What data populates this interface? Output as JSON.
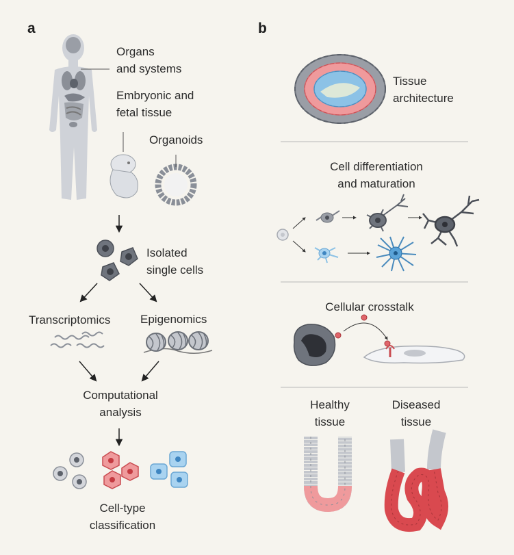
{
  "panel_a": {
    "letter": "a",
    "organs_line1": "Organs",
    "organs_line2": "and systems",
    "embryo_line1": "Embryonic and",
    "embryo_line2": "fetal tissue",
    "organoids": "Organoids",
    "isolated_line1": "Isolated",
    "isolated_line2": "single cells",
    "transcriptomics": "Transcriptomics",
    "epigenomics": "Epigenomics",
    "computational_line1": "Computational",
    "computational_line2": "analysis",
    "celltype_line1": "Cell-type",
    "celltype_line2": "classification"
  },
  "panel_b": {
    "letter": "b",
    "tissue_line1": "Tissue",
    "tissue_line2": "architecture",
    "diff_line1": "Cell differentiation",
    "diff_line2": "and maturation",
    "crosstalk": "Cellular crosstalk",
    "healthy_line1": "Healthy",
    "healthy_line2": "tissue",
    "diseased_line1": "Diseased",
    "diseased_line2": "tissue"
  },
  "colors": {
    "background": "#f6f4ee",
    "body_gray": "#cfd2d8",
    "dark_cell": "#5d626b",
    "red_cell": "#e0656a",
    "blue_cell": "#8cc2e6",
    "divider": "#b8b8b8"
  }
}
